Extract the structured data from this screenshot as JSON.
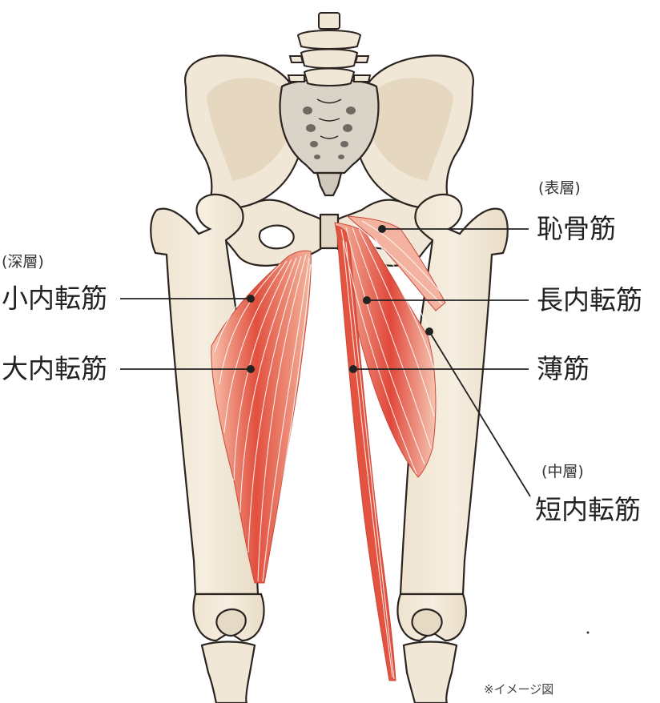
{
  "labels": {
    "deep_layer": "(深層)",
    "adductor_minimus": "小内転筋",
    "adductor_magnus": "大内転筋",
    "superficial_layer": "(表層)",
    "pectineus": "恥骨筋",
    "adductor_longus": "長内転筋",
    "gracilis": "薄筋",
    "middle_layer": "(中層)",
    "adductor_brevis": "短内転筋"
  },
  "note": "※イメージ図",
  "colors": {
    "bone": "#f1e7d6",
    "bone_outline": "#2b2420",
    "sacrum": "#d9d3c8",
    "muscle": "#e0473a",
    "muscle_light": "#f3a48f",
    "leader_line": "#222222",
    "marker": "#222222"
  }
}
